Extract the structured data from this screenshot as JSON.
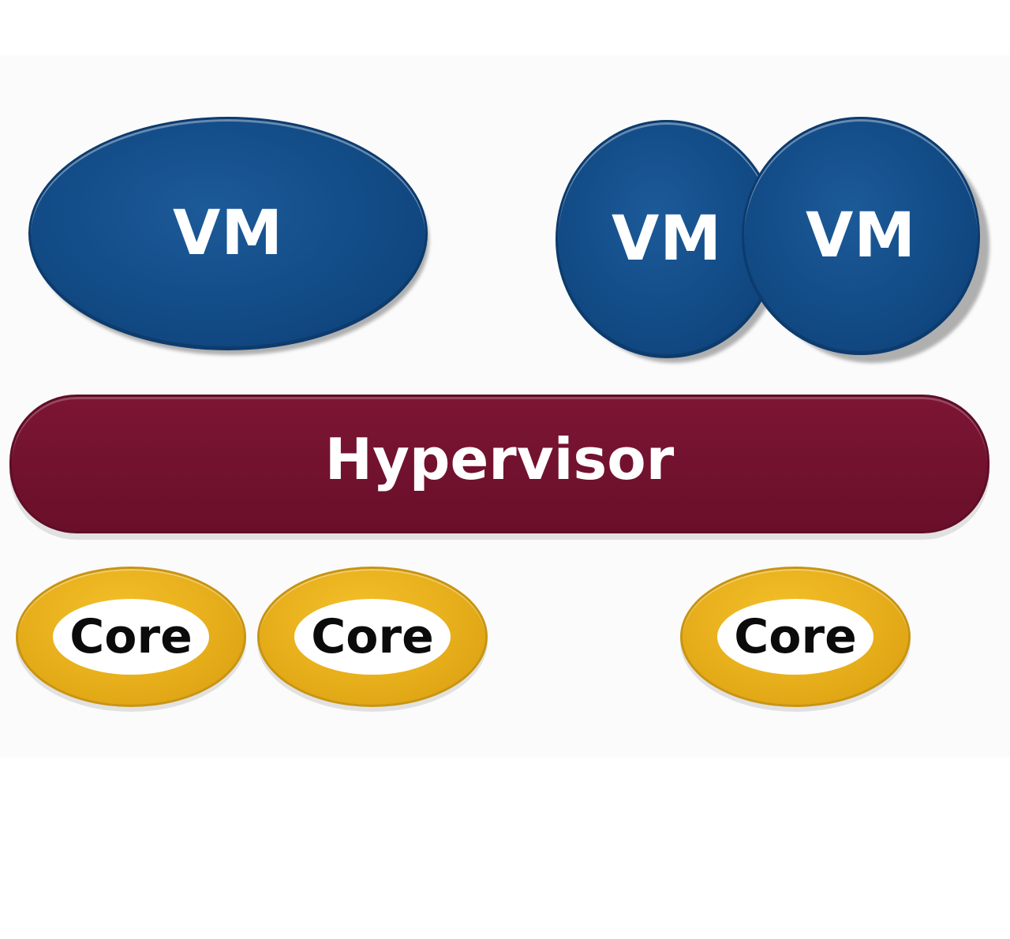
{
  "diagram": {
    "vms": [
      {
        "label": "VM"
      },
      {
        "label": "VM"
      },
      {
        "label": "VM"
      }
    ],
    "hypervisor": {
      "label": "Hypervisor"
    },
    "cores": [
      {
        "label": "Core"
      },
      {
        "label": "Core"
      },
      {
        "label": "Core"
      }
    ],
    "colors": {
      "vm_blue": "#124b86",
      "hypervisor_maroon": "#741330",
      "core_gold": "#e5ac19",
      "text_white": "#ffffff",
      "text_black": "#0b0b0b"
    }
  }
}
